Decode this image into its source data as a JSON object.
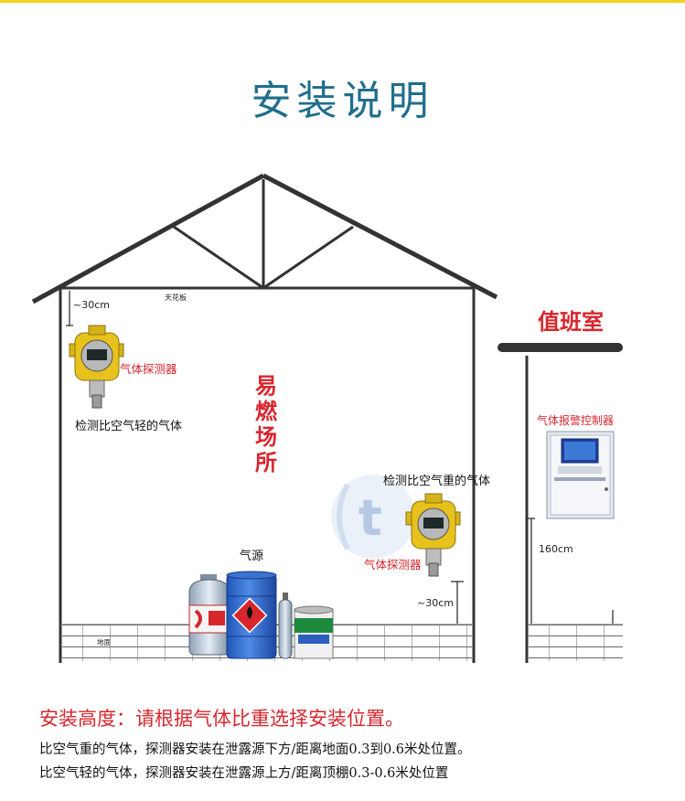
{
  "page": {
    "title": "安装说明"
  },
  "diagram": {
    "ceiling_label": "天花板",
    "floor_label": "地面",
    "area_label": [
      "易",
      "燃",
      "场",
      "所"
    ],
    "top_detector": {
      "distance_label": "~30cm",
      "name": "气体探测器",
      "caption": "检测比空气轻的气体"
    },
    "bottom_detector": {
      "caption": "检测比空气重的气体",
      "name": "气体探测器",
      "distance_label": "~30cm"
    },
    "gas_source_label": "气源",
    "duty_room": {
      "title": "值班室",
      "controller_label": "气体报警控制器",
      "height_label": "160cm"
    }
  },
  "footer": {
    "heading": "安装高度：请根据气体比重选择安装位置。",
    "line1": "比空气重的气体，探测器安装在泄露源下方/距离地面0.3到0.6米处位置。",
    "line2": "比空气轻的气体，探测器安装在泄露源上方/距离顶棚0.3-0.6米处位置"
  },
  "colors": {
    "title": "#1f6e8c",
    "red_text": "#d8262d",
    "detector_body": "#e8c21c"
  }
}
